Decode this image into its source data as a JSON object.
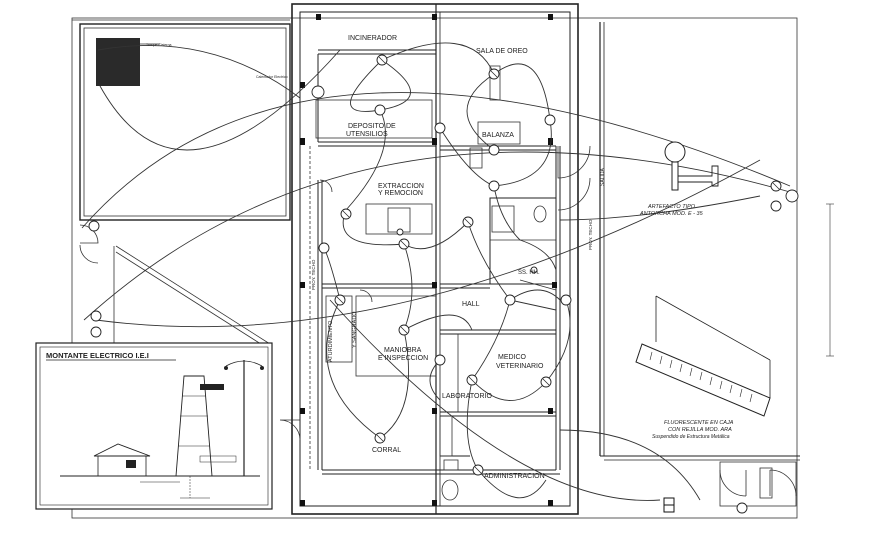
{
  "rooms": {
    "incinerador": "INCINERADOR",
    "sala_oreo": "SALA DE OREO",
    "deposito_1": "DEPOSITO DE",
    "deposito_2": "UTENSILIOS",
    "balanza": "BALANZA",
    "extraccion_1": "EXTRACCION",
    "extraccion_2": "Y REMOCION",
    "ss_hh": "SS. HH.",
    "hall": "HALL",
    "maniobra_1": "MANIOBRA",
    "maniobra_2": "E INSPECCION",
    "aturdimiento": "ATURDIMIENTO",
    "sangrado": "Y SANGRADO",
    "medico_1": "MEDICO",
    "medico_2": "VETERINARIO",
    "laboratorio": "LABORATORIO",
    "corral": "CORRAL",
    "administracion": "ADMINISTRACION",
    "salida": "SALIDA",
    "proy_techo_1": "PROY. TECHO",
    "proy_techo_2": "PROY. TECHO",
    "tanque": "Tanque Cisterna",
    "calentador": "Calentador Electrico"
  },
  "fixtures": {
    "artefacto_1": "ARTEFACTO TIPO",
    "artefacto_2": "ANTORCHA MOD. E - 35",
    "fluor_1": "FLUORESCENTE EN CAJA",
    "fluor_2": "CON REJILLA MOD. ARA",
    "fluor_3": "Suspendido de Estructura Metálica"
  },
  "montante": {
    "title": "MONTANTE ELECTRICO I.E.I"
  }
}
